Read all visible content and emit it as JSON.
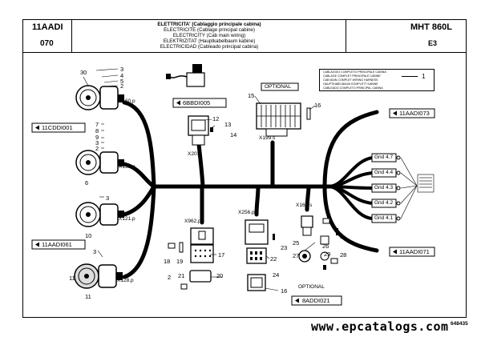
{
  "header": {
    "code_top": "11AADI",
    "code_bottom": "070",
    "titles": [
      "ELETTRICITA' (Cablaggio principale cabina)",
      "ELECTRICITE (Cablage principal cabine)",
      "ELECTRICITY (Cab main wiring)",
      "ELEKTRIZITAT (Hauptkabelbaum kabine)",
      "ELECTRICIDAD (Cableado principal cabina)"
    ],
    "model": "MHT 860L",
    "section": "E3"
  },
  "legend": {
    "lines": [
      "CABLAGGIO COMPLETO PRINCIPALE CABINA",
      "CABLAGE COMPLET PRINCIPALE CABINE",
      "CAB MAIN COMPLET WIRING HARNESS",
      "HAUPTKABELBAUM KOMPLETT KABINE",
      "CABLEADO COMPLETO PRINCIPAL CABINA"
    ],
    "ref": "1"
  },
  "references": {
    "ref_11CDDI001": "11CDDI001",
    "ref_11AADI061": "11AADI061",
    "ref_6BBDI005": "6BBDI005",
    "ref_11AADI073": "11AADI073",
    "ref_11AADI071": "11AADI071",
    "ref_8ADDI021": "8ADDI021"
  },
  "connectors": {
    "x160": "X160.p",
    "x135": "X135.p",
    "x121": "X121.p",
    "x128": "X128.p",
    "x201": "X201",
    "x199": "X199.s",
    "x256": "X256.p",
    "x163": "X163.s",
    "x962": "X962.p"
  },
  "grounds": [
    "Gnd 4.7",
    "Gnd 4.4",
    "Gnd 4.3",
    "Gnd 4.2",
    "Gnd 4.1"
  ],
  "optional_labels": [
    "OPTIONAL",
    "OPTIONAL"
  ],
  "callouts": {
    "n30": "30",
    "n3a": "3",
    "n4a": "4",
    "n5a": "5",
    "n2a": "2",
    "n7": "7",
    "n8a": "8",
    "n9": "9",
    "n3b": "3",
    "n2b": "2",
    "n6": "6",
    "n3c": "3",
    "n10": "10",
    "n3d": "3",
    "n11a": "11",
    "n11b": "11",
    "n12": "12",
    "n13": "13",
    "n14": "14",
    "n15": "15",
    "n16a": "16",
    "n18": "18",
    "n19": "19",
    "n17": "17",
    "n2c": "2",
    "n21": "21",
    "n20": "20",
    "n22": "22",
    "n23": "23",
    "n24": "24",
    "n16b": "16",
    "n25": "25",
    "n26": "26",
    "n8b": "8",
    "n27": "27",
    "n29": "29",
    "n28": "28"
  },
  "watermark": "www.epcatalogs.com",
  "image_number": "648435"
}
